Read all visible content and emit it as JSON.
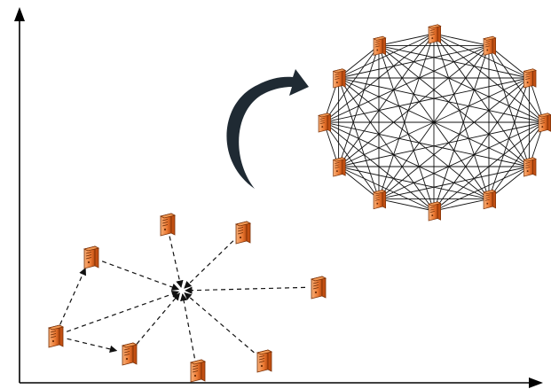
{
  "diagram": {
    "colors": {
      "server_light": "#f39a55",
      "server_dark": "#c24f12",
      "server_stroke": "#7a3006",
      "line": "#111111",
      "arrow": "#1f2a33"
    },
    "icon": "server-icon",
    "left_cluster": {
      "node_count": 8,
      "hub_count": 1,
      "edge_style": "dashed-arrows"
    },
    "right_cluster": {
      "node_count": 12,
      "topology": "full-mesh"
    },
    "transition_arrow": "curved-arrow"
  }
}
